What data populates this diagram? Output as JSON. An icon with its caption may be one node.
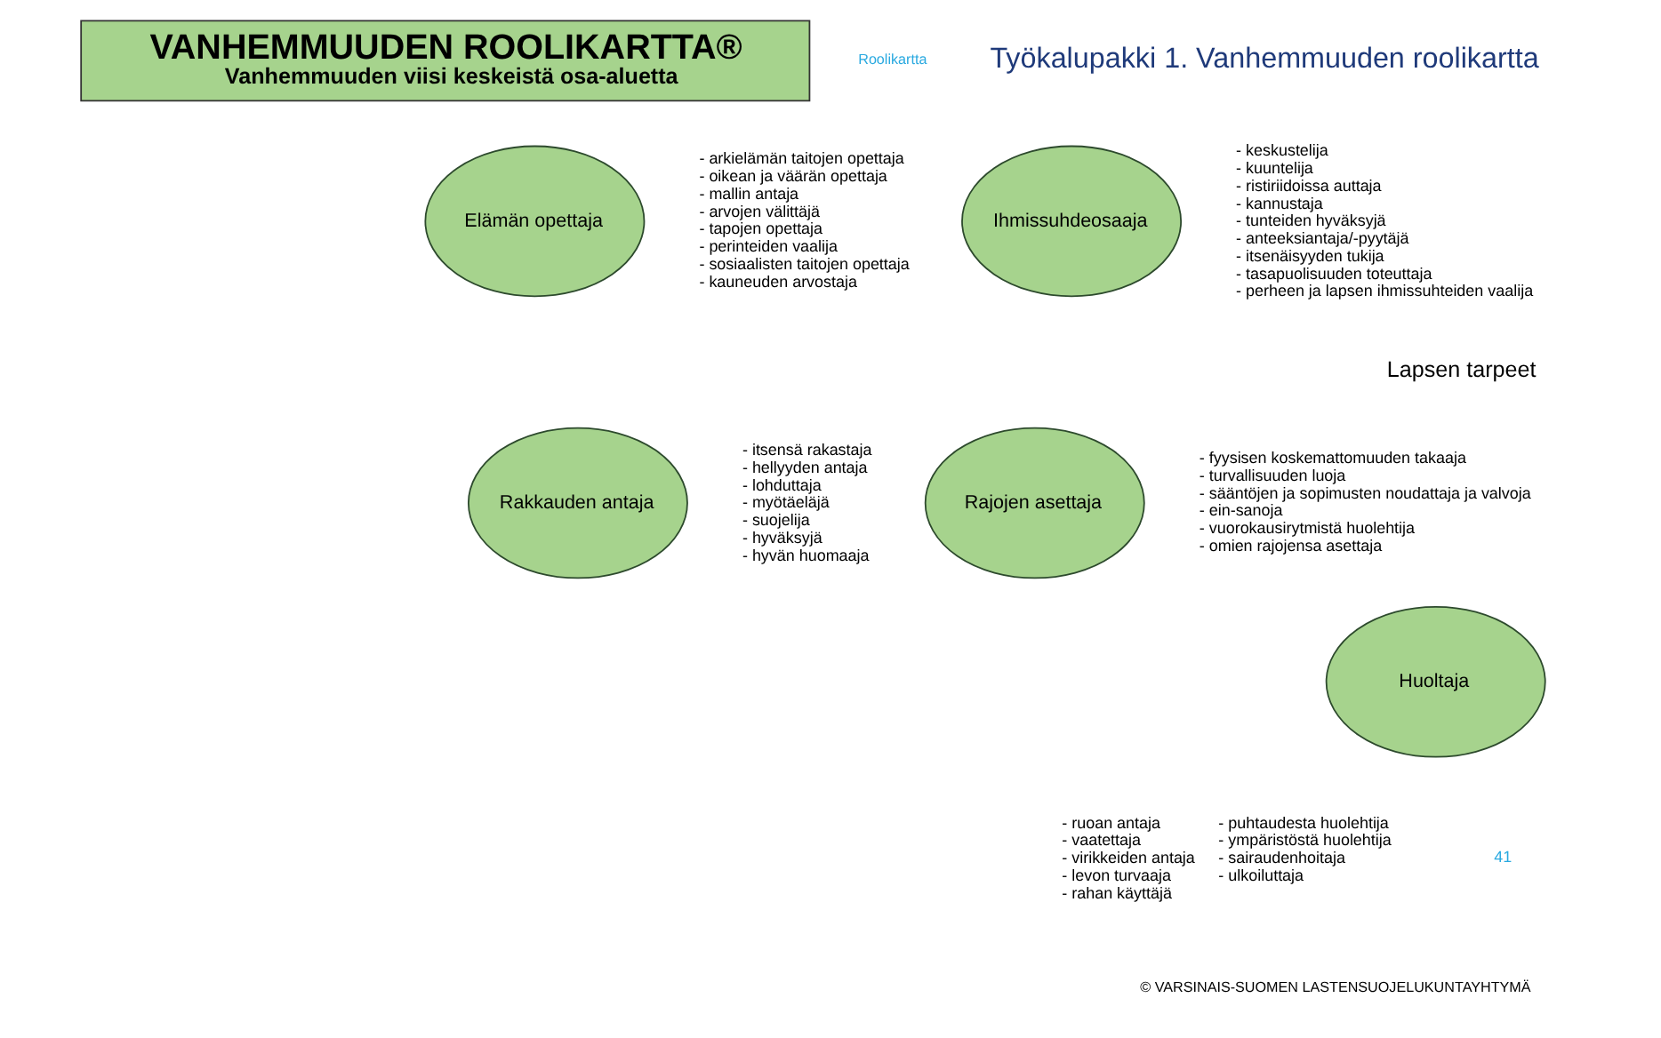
{
  "diagram": {
    "nodes": [
      {
        "text": [
          "VANHEMMUUDEN ROOLIKARTTA®",
          "Vanhemmuuden viisi keskeistä osa-aluetta"
        ]
      },
      {
        "text": [
          "Elämän opettaja"
        ],
        "beside": [
          "- arkielämän taitojen opettaja",
          "- oikean ja väärän opettaja",
          "- mallin antaja",
          "- arvojen välittäjä",
          "- tapojen opettaja",
          "- perinteiden vaalija",
          "- sosiaalisten taitojen opettaja",
          "- kauneuden arvostaja"
        ]
      },
      {
        "text": [
          "Ihmissuhdeosaaja"
        ],
        "beside": [
          "- keskustelija",
          "- kuuntelija",
          "- ristiriidoissa auttaja",
          "- kannustaja",
          "- tunteiden hyväksyjä",
          "- anteeksiantaja/-pyytäjä",
          "- itsenäisyyden tukija",
          "- tasapuolisuuden toteuttaja",
          "- perheen ja lapsen ihmissuhteiden vaalija"
        ]
      },
      {
        "text": [
          "Rakkauden antaja"
        ],
        "beside": [
          "- itsensä rakastaja",
          "- hellyyden antaja",
          "- lohduttaja",
          "- myötäeläjä",
          "- suojelija",
          "- hyväksyjä",
          "- hyvän huomaaja"
        ]
      },
      {
        "text": [
          "Rajojen asettaja"
        ],
        "beside": [
          "- fyysisen koskemattomuuden takaaja",
          "- turvallisuuden luoja",
          "- sääntöjen ja sopimusten noudattaja ja valvoja",
          "- ein-sanoja",
          "- vuorokausirytmistä huolehtija",
          "- omien rajojensa asettaja"
        ]
      },
      {
        "text": [
          "Huoltaja"
        ],
        "beside": [
          "- ruoan antaja",
          "- vaatettaja",
          "- virikkeiden antaja",
          "- levon turvaaja",
          "- rahan käyttäjä",
          "- puhtaudesta huolehtija",
          "- ympäristöstä huolehtija",
          "- sairaudenhoitaja",
          "- ulkoiluttaja"
        ]
      }
    ],
    "edges": [],
    "labels": [
      "Roolikartta",
      "Työkalupakki 1. Vanhemmuuden roolikartta",
      "Lapsen tarpeet",
      "41",
      "© VARSINAIS-SUOMEN LASTENSUOJELUKUNTAYHTYMÄ"
    ]
  }
}
